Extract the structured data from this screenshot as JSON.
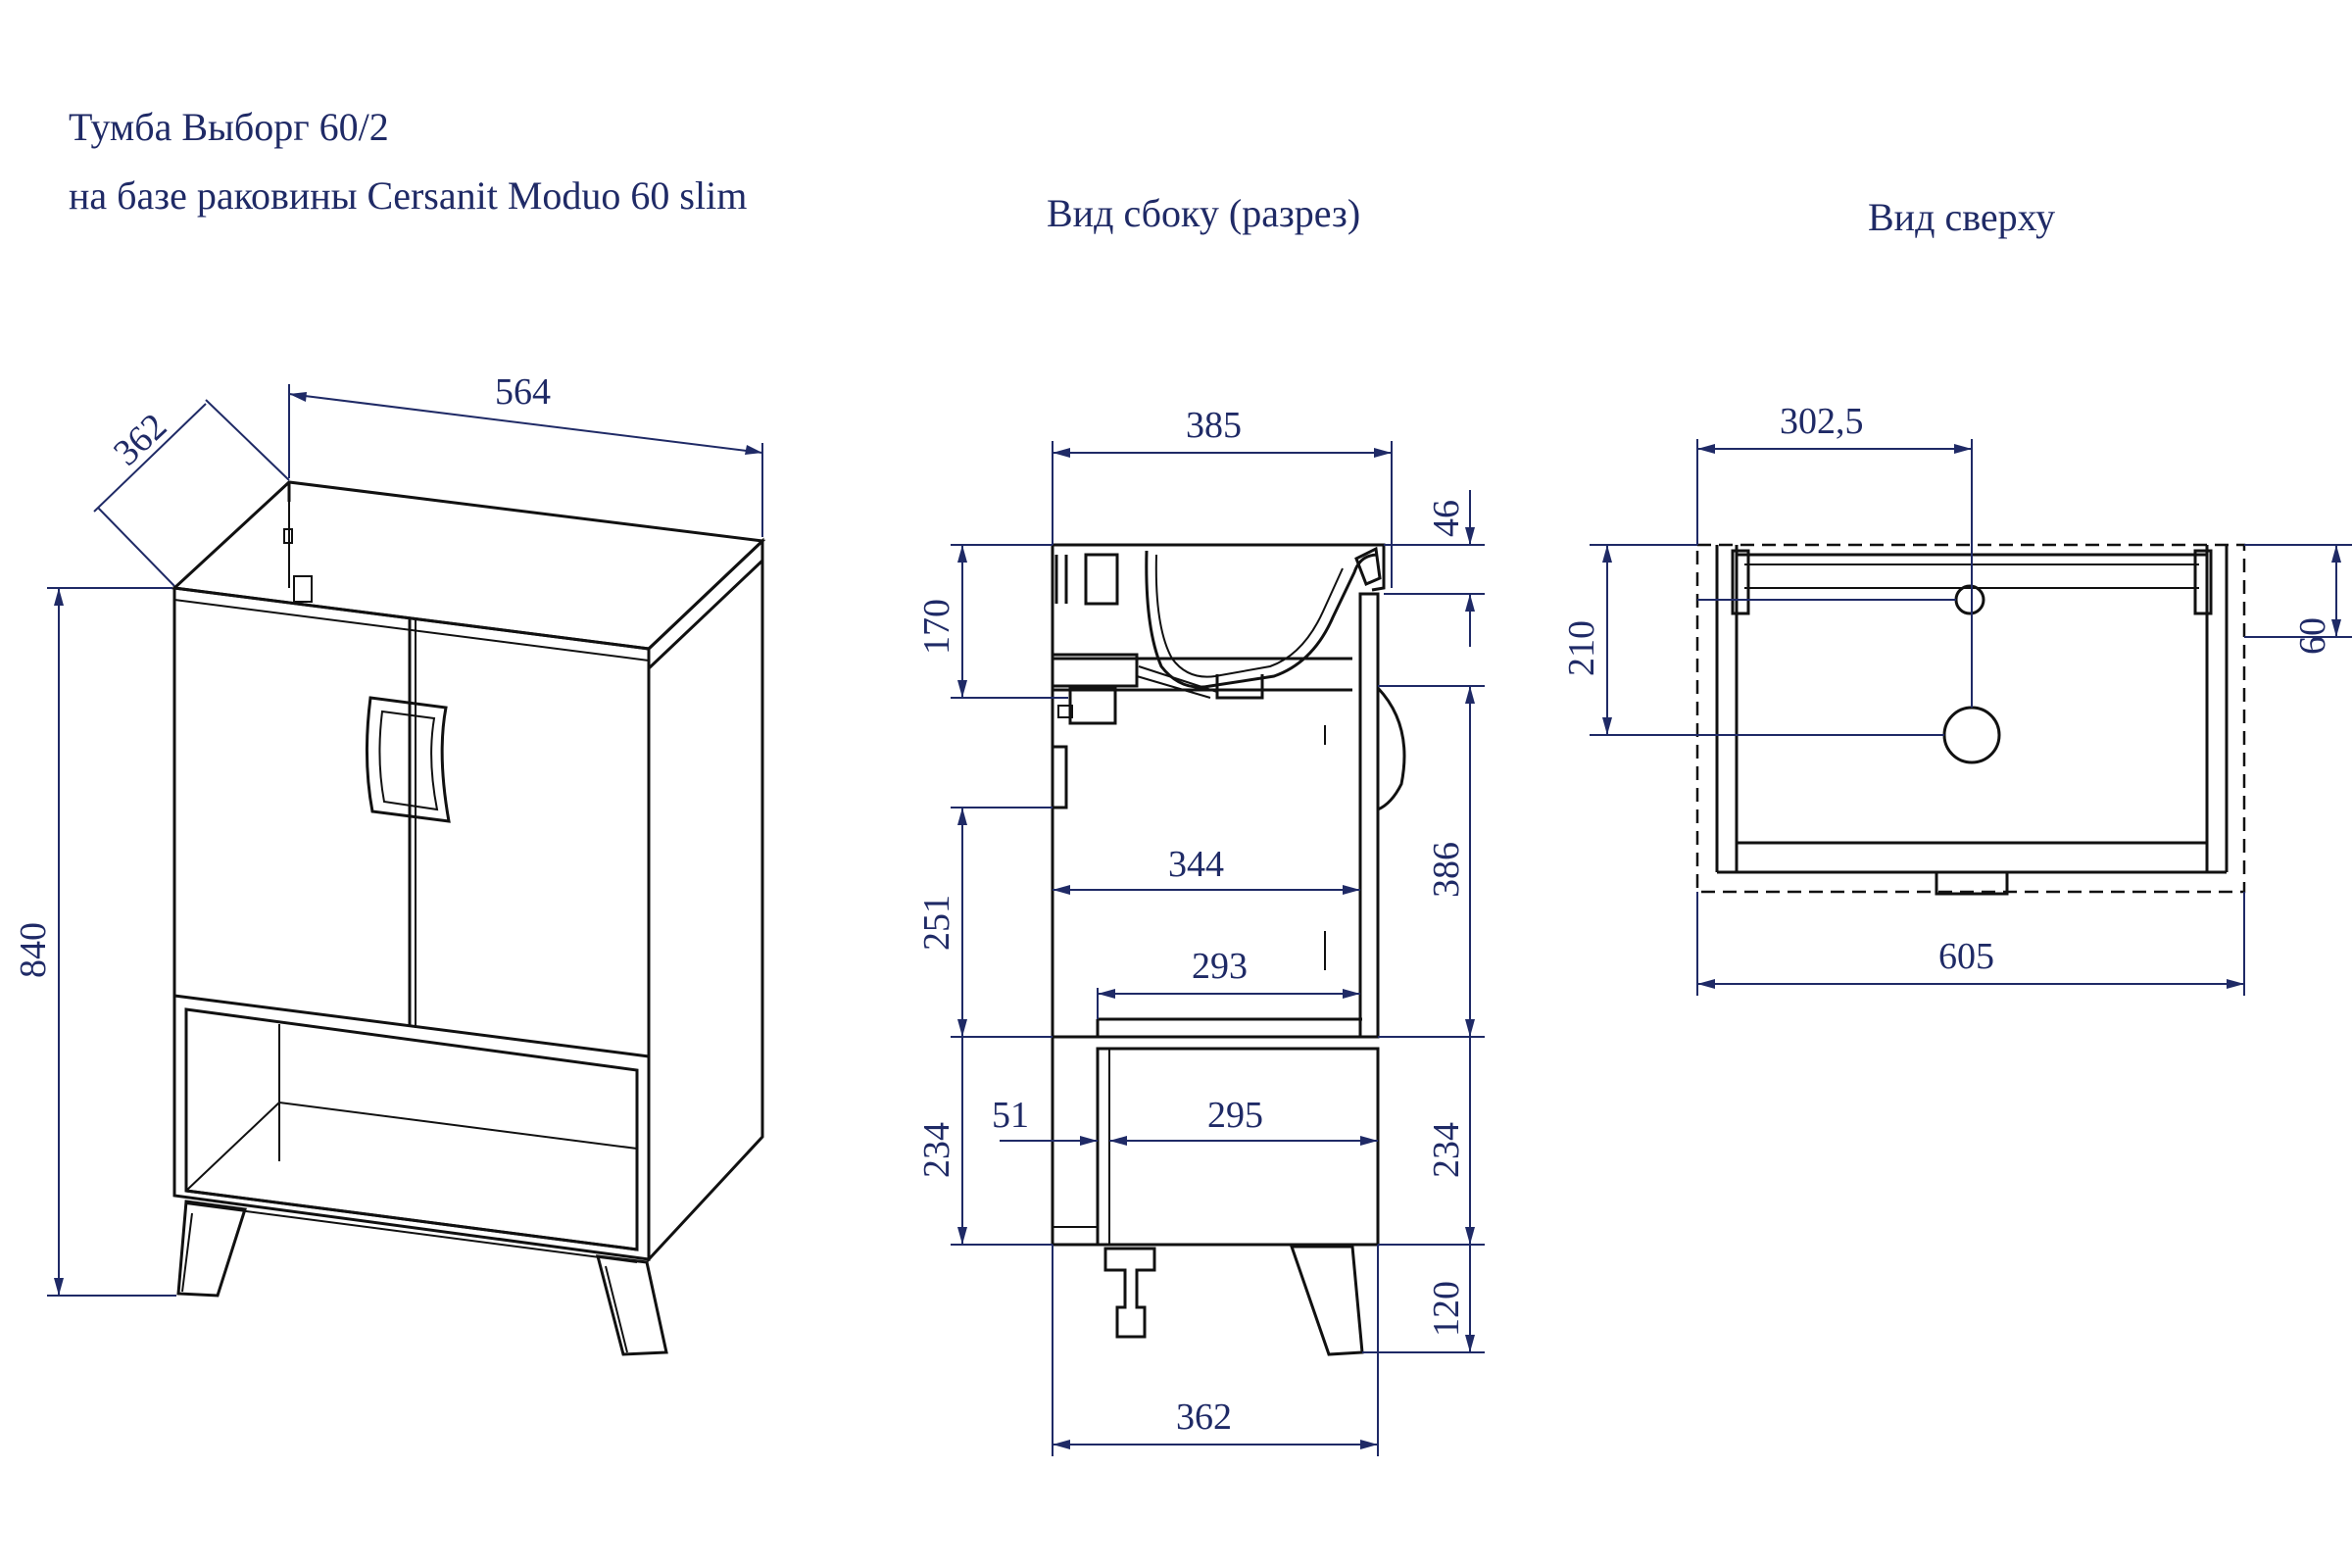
{
  "captions": {
    "title": "Тумба Выборг 60/2",
    "subtitle": "на базе раковины Cersanit Moduo 60 slim",
    "side_view": "Вид сбоку (разрез)",
    "top_view": "Вид сверху"
  },
  "dimensions": {
    "front_width": "564",
    "front_depth": "362",
    "front_height": "840",
    "side_top_depth": "385",
    "side_top_thickness": "46",
    "side_sink_height": "170",
    "side_inner_344": "344",
    "side_inner_293": "293",
    "side_upper_251": "251",
    "side_door_386": "386",
    "side_shelf_51": "51",
    "side_shelf_295": "295",
    "side_shelf_left_234": "234",
    "side_shelf_right_234": "234",
    "side_leg_120": "120",
    "side_bottom_362": "362",
    "top_drain_offset": "302,5",
    "top_depth_210": "210",
    "top_edge_60": "60",
    "top_width_605": "605"
  }
}
